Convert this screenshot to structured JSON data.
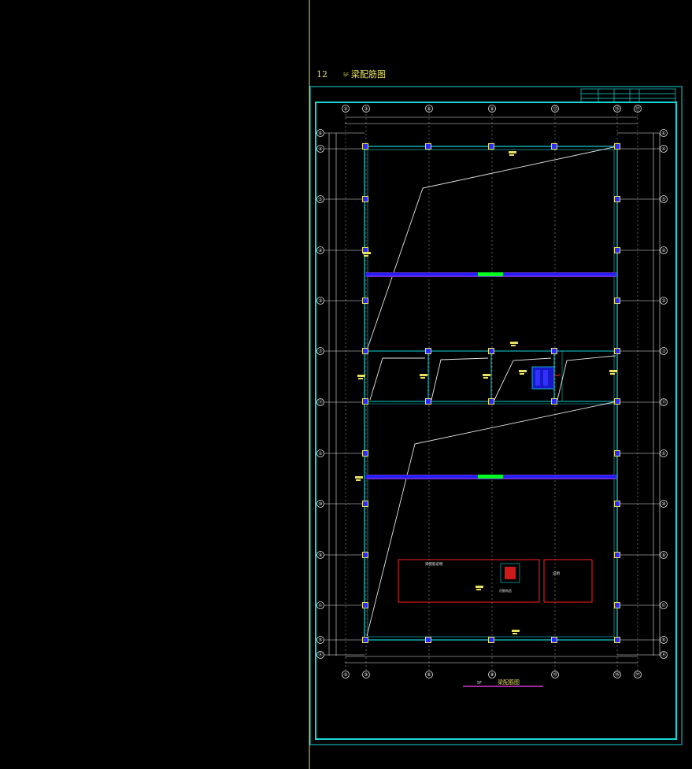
{
  "sheet": {
    "number": "12",
    "title": "梁配筋图",
    "title_prefix": "5F",
    "bottom_caption": "梁配筋图",
    "bottom_prefix": "5F"
  },
  "axes": {
    "top": [
      "②",
      "③",
      "⑥",
      "⑨",
      "⑬",
      "⑯",
      "⑰"
    ],
    "left": [
      "⑥",
      "④",
      "⑤",
      "④",
      "③",
      "⑦",
      "⑪",
      "①",
      "⑩",
      "⑨",
      "©",
      "®",
      "Ⓐ"
    ]
  },
  "notes": {
    "box1_title": "梁配筋说明",
    "box2_title": "说明",
    "detail_caption": "吊筋构造"
  },
  "colors": {
    "cyan": "#16d6d6",
    "yellow": "#e8e060",
    "white": "#e6e6e6",
    "blue": "#2020ff",
    "purple": "#8a2be2",
    "green": "#00ff20",
    "red": "#ff2020",
    "magenta": "#ff40ff"
  }
}
